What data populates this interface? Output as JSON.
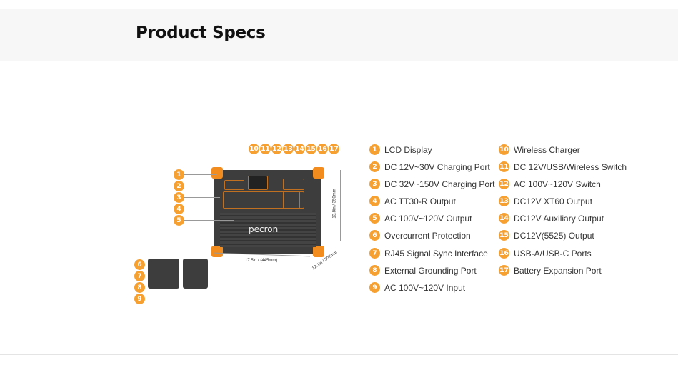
{
  "header": {
    "title": "Product Specs"
  },
  "image": {
    "brand": "pecron",
    "dimensions": {
      "width": "17.5in / (445mm)",
      "depth": "12.1in / 307mm",
      "height": "13.8in / 350mm"
    }
  },
  "specs": [
    {
      "n": "1",
      "label": "LCD Display"
    },
    {
      "n": "2",
      "label": "DC 12V~30V Charging Port"
    },
    {
      "n": "3",
      "label": "DC 32V~150V Charging Port"
    },
    {
      "n": "4",
      "label": "AC TT30-R Output"
    },
    {
      "n": "5",
      "label": "AC 100V~120V Output"
    },
    {
      "n": "6",
      "label": "Overcurrent Protection"
    },
    {
      "n": "7",
      "label": "RJ45 Signal Sync Interface"
    },
    {
      "n": "8",
      "label": "External Grounding Port"
    },
    {
      "n": "9",
      "label": "AC 100V~120V Input"
    },
    {
      "n": "10",
      "label": "Wireless Charger"
    },
    {
      "n": "11",
      "label": "DC 12V/USB/Wireless Switch"
    },
    {
      "n": "12",
      "label": "AC 100V~120V Switch"
    },
    {
      "n": "13",
      "label": "DC12V XT60 Output"
    },
    {
      "n": "14",
      "label": "DC12V Auxiliary Output"
    },
    {
      "n": "15",
      "label": "DC12V(5525) Output"
    },
    {
      "n": "16",
      "label": "USB-A/USB-C Ports"
    },
    {
      "n": "17",
      "label": "Battery Expansion Port"
    }
  ],
  "colors": {
    "accent": "#f5a030",
    "band": "#f7f7f7"
  }
}
